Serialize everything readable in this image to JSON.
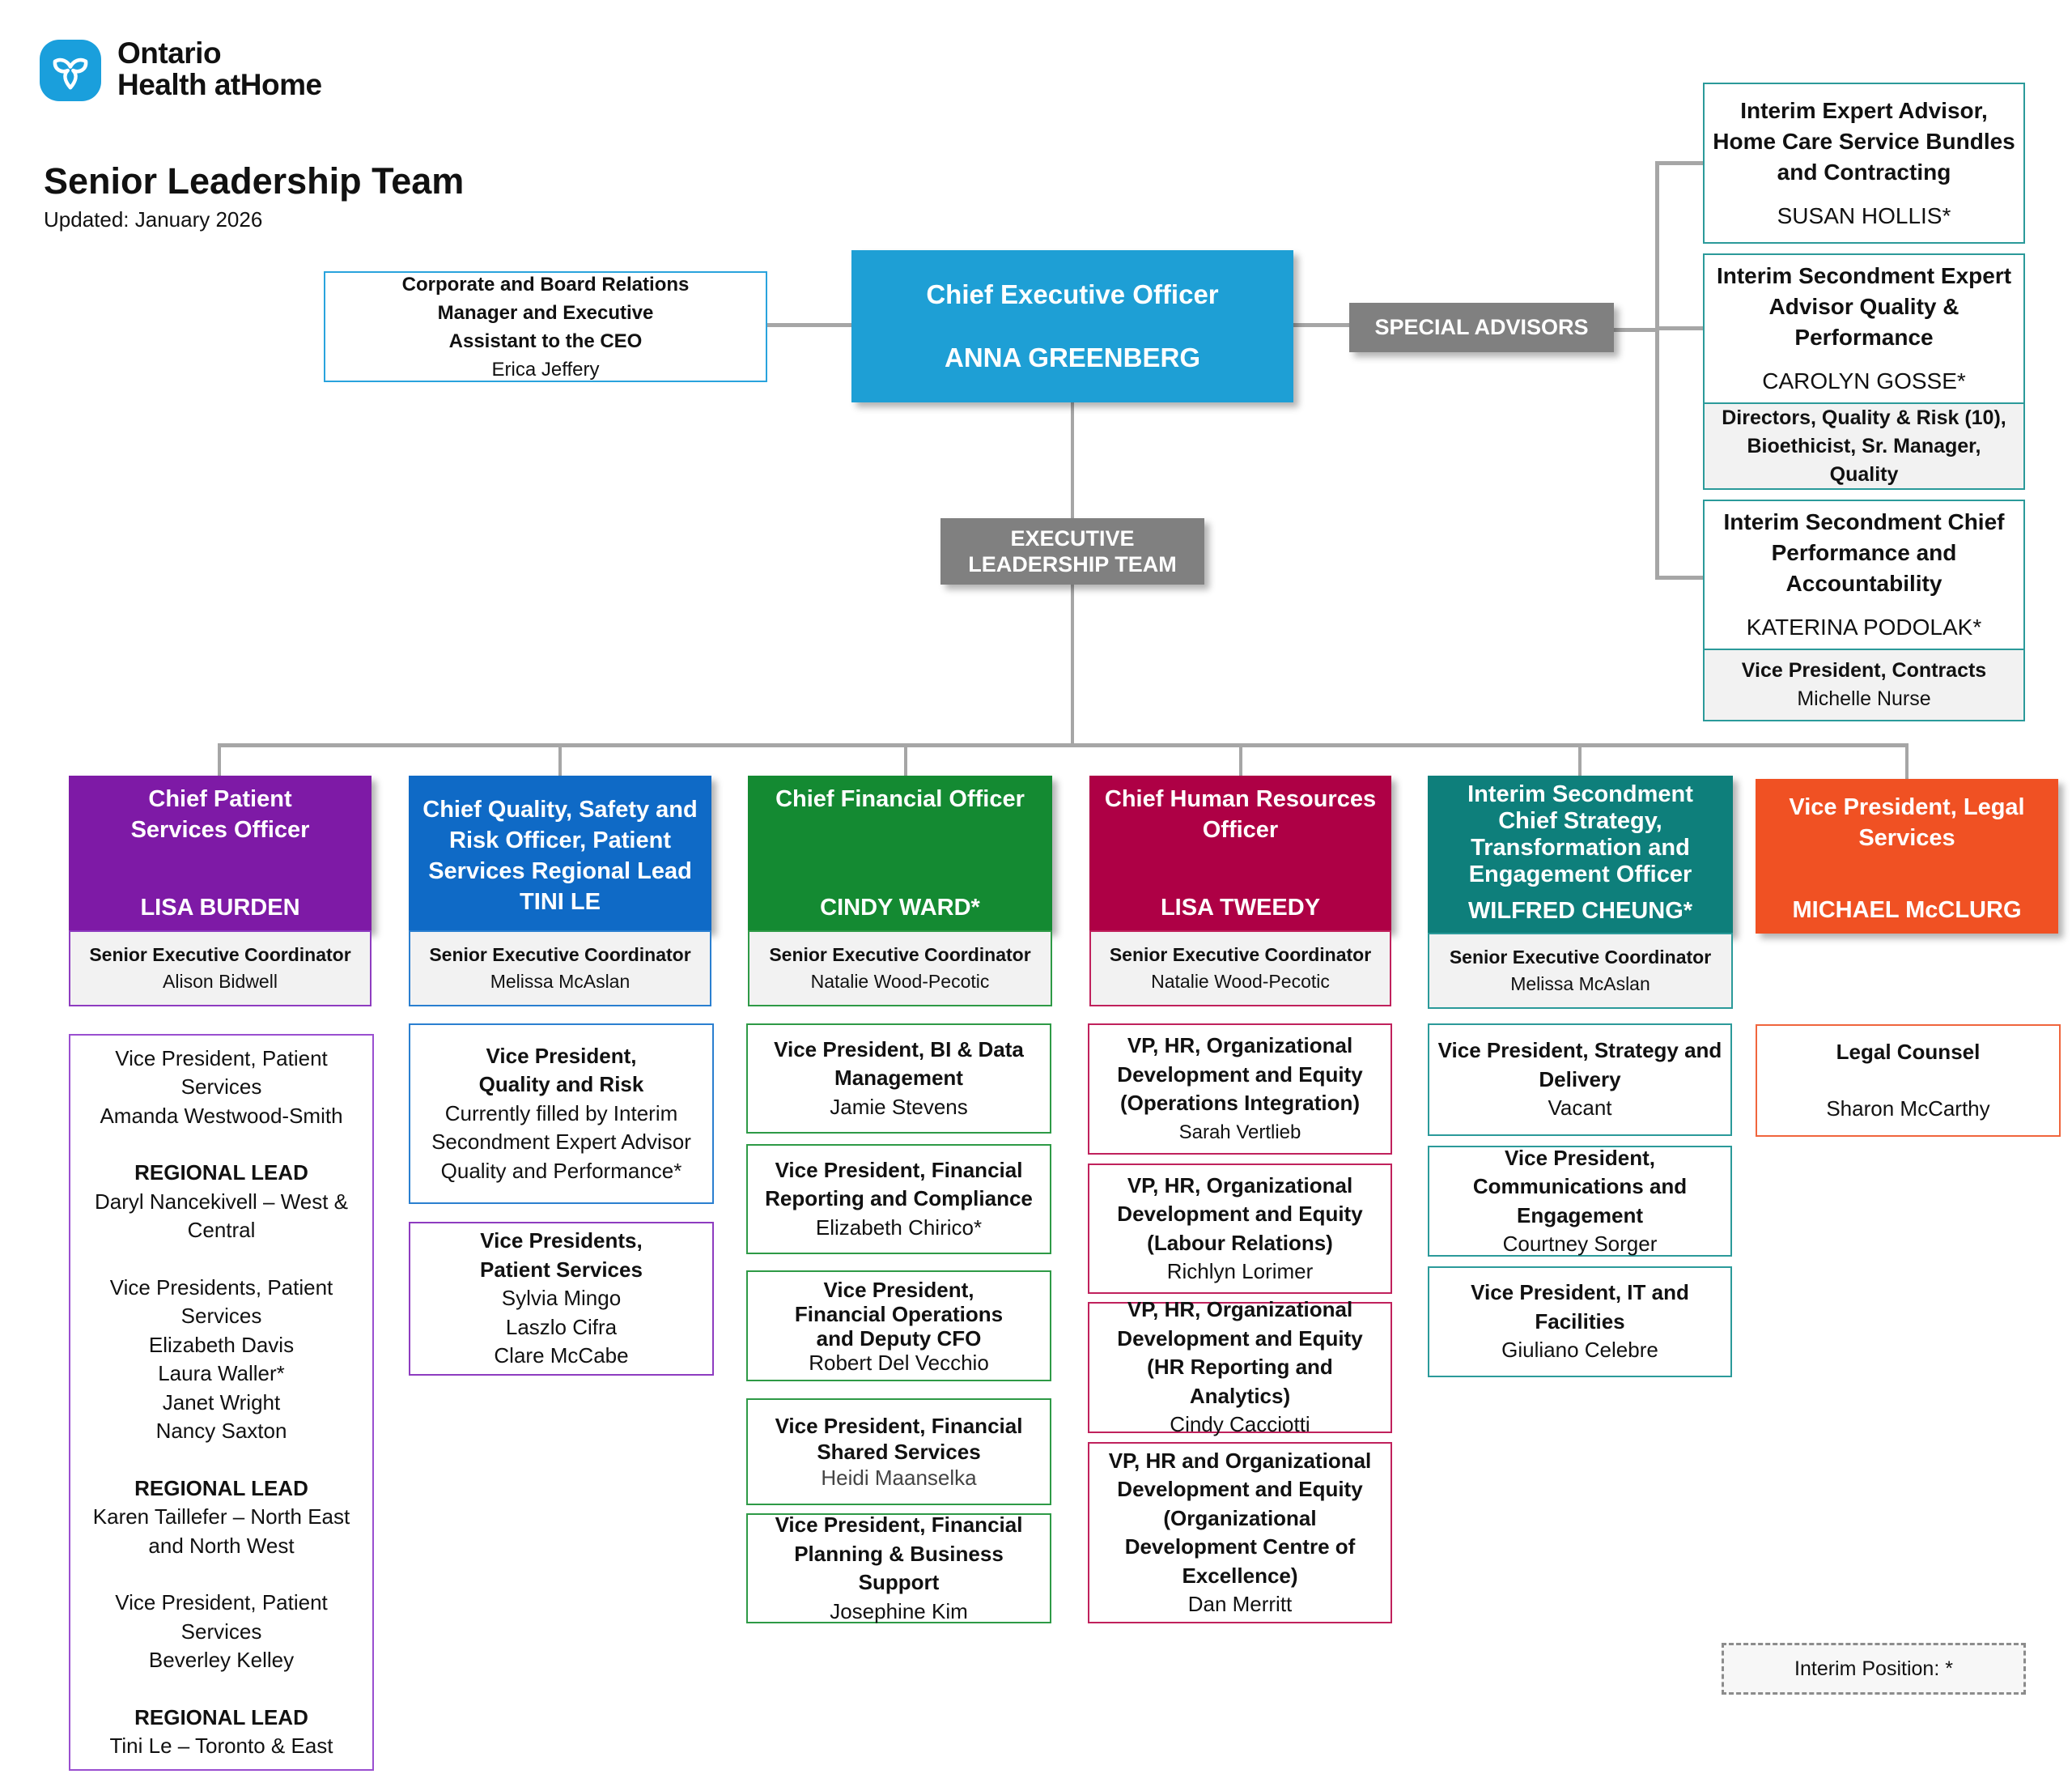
{
  "brand": {
    "line1": "Ontario",
    "line2": "Health atHome",
    "logo_icon": "trillium-icon",
    "color": "#1a9fdc"
  },
  "page": {
    "title": "Senior Leadership Team",
    "updated": "Updated: January 2026"
  },
  "corporate": {
    "title_lines": [
      "Corporate and Board Relations",
      "Manager and Executive",
      "Assistant to the CEO"
    ],
    "name": "Erica Jeffery"
  },
  "ceo": {
    "title": "Chief Executive Officer",
    "name": "ANNA GREENBERG",
    "color": "#1e9fd5"
  },
  "special_advisors_label": "SPECIAL ADVISORS",
  "elt_label": [
    "EXECUTIVE",
    "LEADERSHIP TEAM"
  ],
  "advisors": [
    {
      "title": "Interim Expert Advisor, Home Care Service Bundles and Contracting",
      "name": "SUSAN HOLLIS*"
    },
    {
      "title": "Interim Secondment Expert Advisor Quality & Performance",
      "name": "CAROLYN GOSSE*",
      "sub": {
        "title": "Directors, Quality & Risk (10), Bioethicist, Sr. Manager, Quality"
      }
    },
    {
      "title": "Interim Secondment Chief Performance and Accountability",
      "name": "KATERINA PODOLAK*",
      "sub": {
        "title": "Vice President, Contracts",
        "name": "Michelle Nurse"
      }
    }
  ],
  "executives": [
    {
      "title": "Chief Patient Services Officer",
      "name": "LISA BURDEN",
      "color": "#7e1aa6",
      "border": "#8e3cc0",
      "coordinator": {
        "title": "Senior Executive Coordinator",
        "name": "Alison Bidwell"
      }
    },
    {
      "title": "Chief Quality, Safety and Risk Officer, Patient Services Regional Lead",
      "name": "TINI LE",
      "color": "#0f6ac6",
      "border": "#2a7fd0",
      "coordinator": {
        "title": "Senior Executive Coordinator",
        "name": "Melissa McAslan"
      }
    },
    {
      "title": "Chief Financial Officer",
      "name": "CINDY WARD*",
      "color": "#148a32",
      "border": "#2e9a46",
      "coordinator": {
        "title": "Senior Executive Coordinator",
        "name": "Natalie Wood-Pecotic"
      }
    },
    {
      "title": "Chief Human Resources Officer",
      "name": "LISA TWEEDY",
      "color": "#ae0045",
      "border": "#c0215c",
      "coordinator": {
        "title": "Senior Executive Coordinator",
        "name": "Natalie Wood-Pecotic"
      }
    },
    {
      "title": "Interim Secondment Chief Strategy, Transformation and Engagement Officer",
      "name": "WILFRED CHEUNG*",
      "color": "#0e7f7b",
      "border": "#2b9a9a",
      "coordinator": {
        "title": "Senior Executive Coordinator",
        "name": "Melissa McAslan"
      }
    },
    {
      "title": "Vice President, Legal Services",
      "name": "MICHAEL McCLURG",
      "color": "#f05123",
      "border": "#f0653d"
    }
  ],
  "patient_services_box": {
    "vp1": {
      "title": "Vice President, Patient Services",
      "name": "Amanda Westwood-Smith"
    },
    "lead1": {
      "label": "REGIONAL LEAD",
      "name": "Daryl Nancekivell – West & Central"
    },
    "vps": {
      "title": "Vice Presidents, Patient Services",
      "names": [
        "Elizabeth Davis",
        "Laura Waller*",
        "Janet Wright",
        "Nancy Saxton"
      ]
    },
    "lead2": {
      "label": "REGIONAL LEAD",
      "name": "Karen Taillefer – North East and North West"
    },
    "vp2": {
      "title": "Vice President, Patient Services",
      "name": "Beverley Kelley"
    },
    "lead3": {
      "label": "REGIONAL LEAD",
      "name": "Tini Le – Toronto & East"
    }
  },
  "quality_boxes": [
    {
      "title_lines": [
        "Vice President,",
        "Quality and Risk"
      ],
      "name": "Currently filled by Interim Secondment Expert Advisor Quality and Performance*"
    },
    {
      "title_lines": [
        "Vice Presidents,",
        "Patient Services"
      ],
      "names": [
        "Sylvia Mingo",
        "Laszlo Cifra",
        "Clare McCabe"
      ]
    }
  ],
  "finance_boxes": [
    {
      "title": "Vice President, BI & Data Management",
      "name": "Jamie Stevens"
    },
    {
      "title": "Vice President, Financial Reporting and Compliance",
      "name": "Elizabeth Chirico*"
    },
    {
      "title": "Vice President, Financial Operations and Deputy CFO",
      "name": "Robert Del Vecchio"
    },
    {
      "title": "Vice President, Financial Shared Services",
      "name": "Heidi Maanselka"
    },
    {
      "title": "Vice President, Financial Planning & Business Support",
      "name": "Josephine Kim"
    }
  ],
  "hr_boxes": [
    {
      "title": "VP, HR, Organizational Development and Equity (Operations Integration)",
      "name": "Sarah Vertlieb"
    },
    {
      "title": "VP, HR, Organizational Development and Equity (Labour Relations)",
      "name": "Richlyn Lorimer"
    },
    {
      "title": "VP, HR, Organizational Development and Equity (HR Reporting and Analytics)",
      "name": "Cindy Cacciotti"
    },
    {
      "title": "VP, HR and Organizational Development and Equity (Organizational Development Centre of Excellence)",
      "name": "Dan Merritt"
    }
  ],
  "strategy_boxes": [
    {
      "title": "Vice President, Strategy and Delivery",
      "name": "Vacant"
    },
    {
      "title": "Vice President, Communications and Engagement",
      "name": "Courtney Sorger"
    },
    {
      "title": "Vice President, IT and Facilities",
      "name": "Giuliano Celebre"
    }
  ],
  "legal_boxes": [
    {
      "title": "Legal Counsel",
      "name": "Sharon McCarthy"
    }
  ],
  "legend": "Interim Position: *"
}
